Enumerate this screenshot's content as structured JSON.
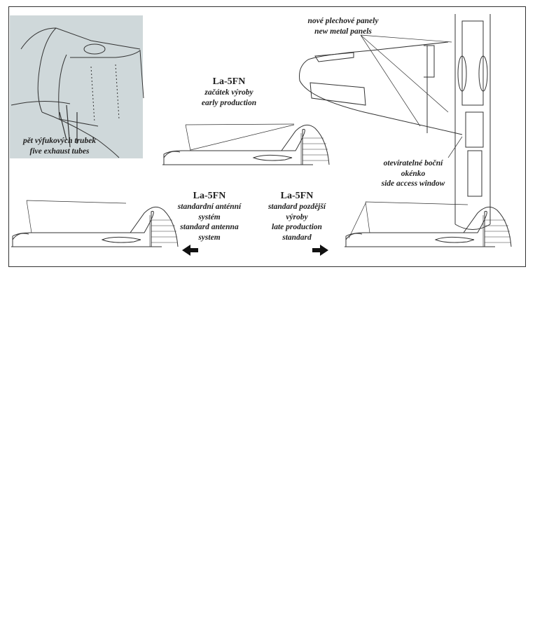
{
  "photo_caption": {
    "czech": "pět výfukových trubek",
    "english": "five exhaust tubes"
  },
  "panels_caption": {
    "czech": "nové plechové panely",
    "english": "new metal panels"
  },
  "window_caption": {
    "czech_1": "otevíratelné boční",
    "czech_2": "okénko",
    "english": "side access window"
  },
  "early": {
    "title": "La-5FN",
    "czech": "začátek výroby",
    "english": "early production"
  },
  "standard_antenna": {
    "title": "La-5FN",
    "czech_1": "standardní anténní",
    "czech_2": "systém",
    "english_1": "standard antenna",
    "english_2": "system"
  },
  "late": {
    "title": "La-5FN",
    "czech_1": "standard pozdější",
    "czech_2": "výroby",
    "english_1": "late production",
    "english_2": "standard"
  },
  "icons": {
    "left_arrow": "arrow-left-icon",
    "right_arrow": "arrow-right-icon"
  }
}
